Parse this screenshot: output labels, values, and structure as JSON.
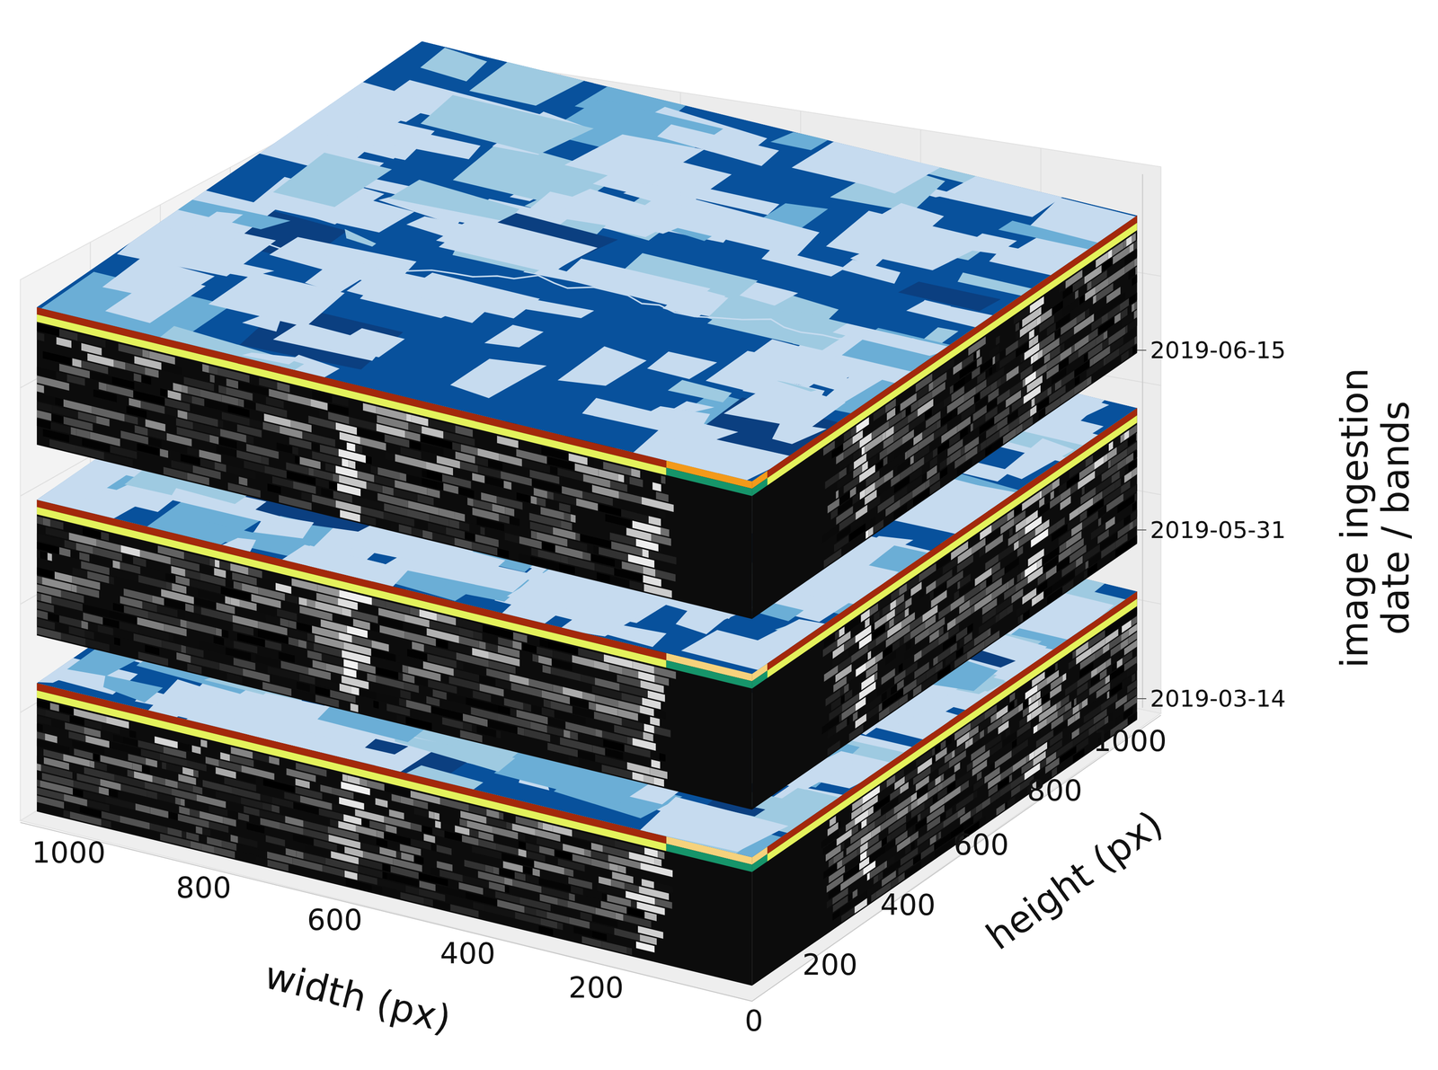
{
  "diagram": {
    "labels": [
      "1000",
      "800",
      "600",
      "400",
      "200",
      "width (px)",
      "0",
      "200",
      "400",
      "600",
      "800",
      "1000",
      "height (px)",
      "2019-06-15",
      "2019-05-31",
      "2019-03-14",
      "image ingestion date / bands"
    ]
  }
}
